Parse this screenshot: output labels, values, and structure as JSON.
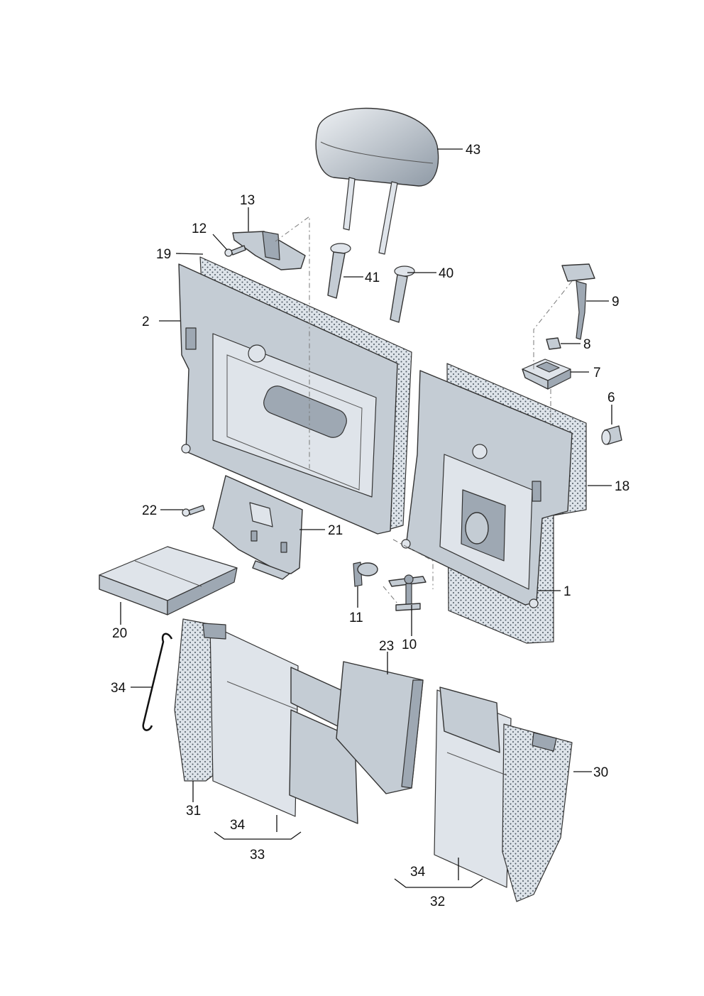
{
  "diagram": {
    "callouts": [
      {
        "id": "43",
        "text": "43"
      },
      {
        "id": "13",
        "text": "13"
      },
      {
        "id": "12",
        "text": "12"
      },
      {
        "id": "19",
        "text": "19"
      },
      {
        "id": "41",
        "text": "41"
      },
      {
        "id": "40",
        "text": "40"
      },
      {
        "id": "9",
        "text": "9"
      },
      {
        "id": "2",
        "text": "2"
      },
      {
        "id": "8",
        "text": "8"
      },
      {
        "id": "7",
        "text": "7"
      },
      {
        "id": "6",
        "text": "6"
      },
      {
        "id": "18",
        "text": "18"
      },
      {
        "id": "22",
        "text": "22"
      },
      {
        "id": "21",
        "text": "21"
      },
      {
        "id": "1",
        "text": "1"
      },
      {
        "id": "11",
        "text": "11"
      },
      {
        "id": "10",
        "text": "10"
      },
      {
        "id": "20",
        "text": "20"
      },
      {
        "id": "23",
        "text": "23"
      },
      {
        "id": "34a",
        "text": "34"
      },
      {
        "id": "30",
        "text": "30"
      },
      {
        "id": "31",
        "text": "31"
      },
      {
        "id": "34b",
        "text": "34"
      },
      {
        "id": "33",
        "text": "33"
      },
      {
        "id": "34c",
        "text": "34"
      },
      {
        "id": "32",
        "text": "32"
      }
    ]
  }
}
